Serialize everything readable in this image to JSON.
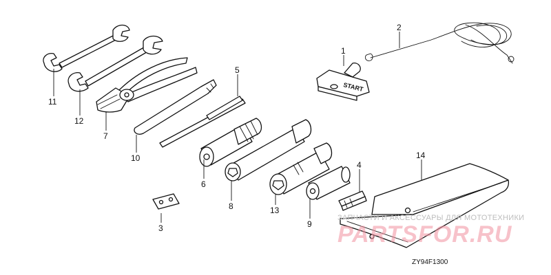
{
  "callouts": {
    "c1": "1",
    "c2": "2",
    "c3": "3",
    "c4": "4",
    "c5": "5",
    "c6": "6",
    "c7": "7",
    "c8": "8",
    "c9": "9",
    "c10": "10",
    "c11": "11",
    "c12": "12",
    "c13": "13",
    "c14": "14"
  },
  "grip_label": "START",
  "diagram_code": "ZY94F1300",
  "watermark": {
    "tagline": "ЗАПЧАСТИ И АКСЕССУАРЫ ДЛЯ МОТОТЕХНИКИ",
    "brand": "PARTSFOR.RU"
  },
  "colors": {
    "line": "#111111",
    "watermark_brand": "#f08f9f",
    "watermark_tagline": "#bdbdbd"
  }
}
